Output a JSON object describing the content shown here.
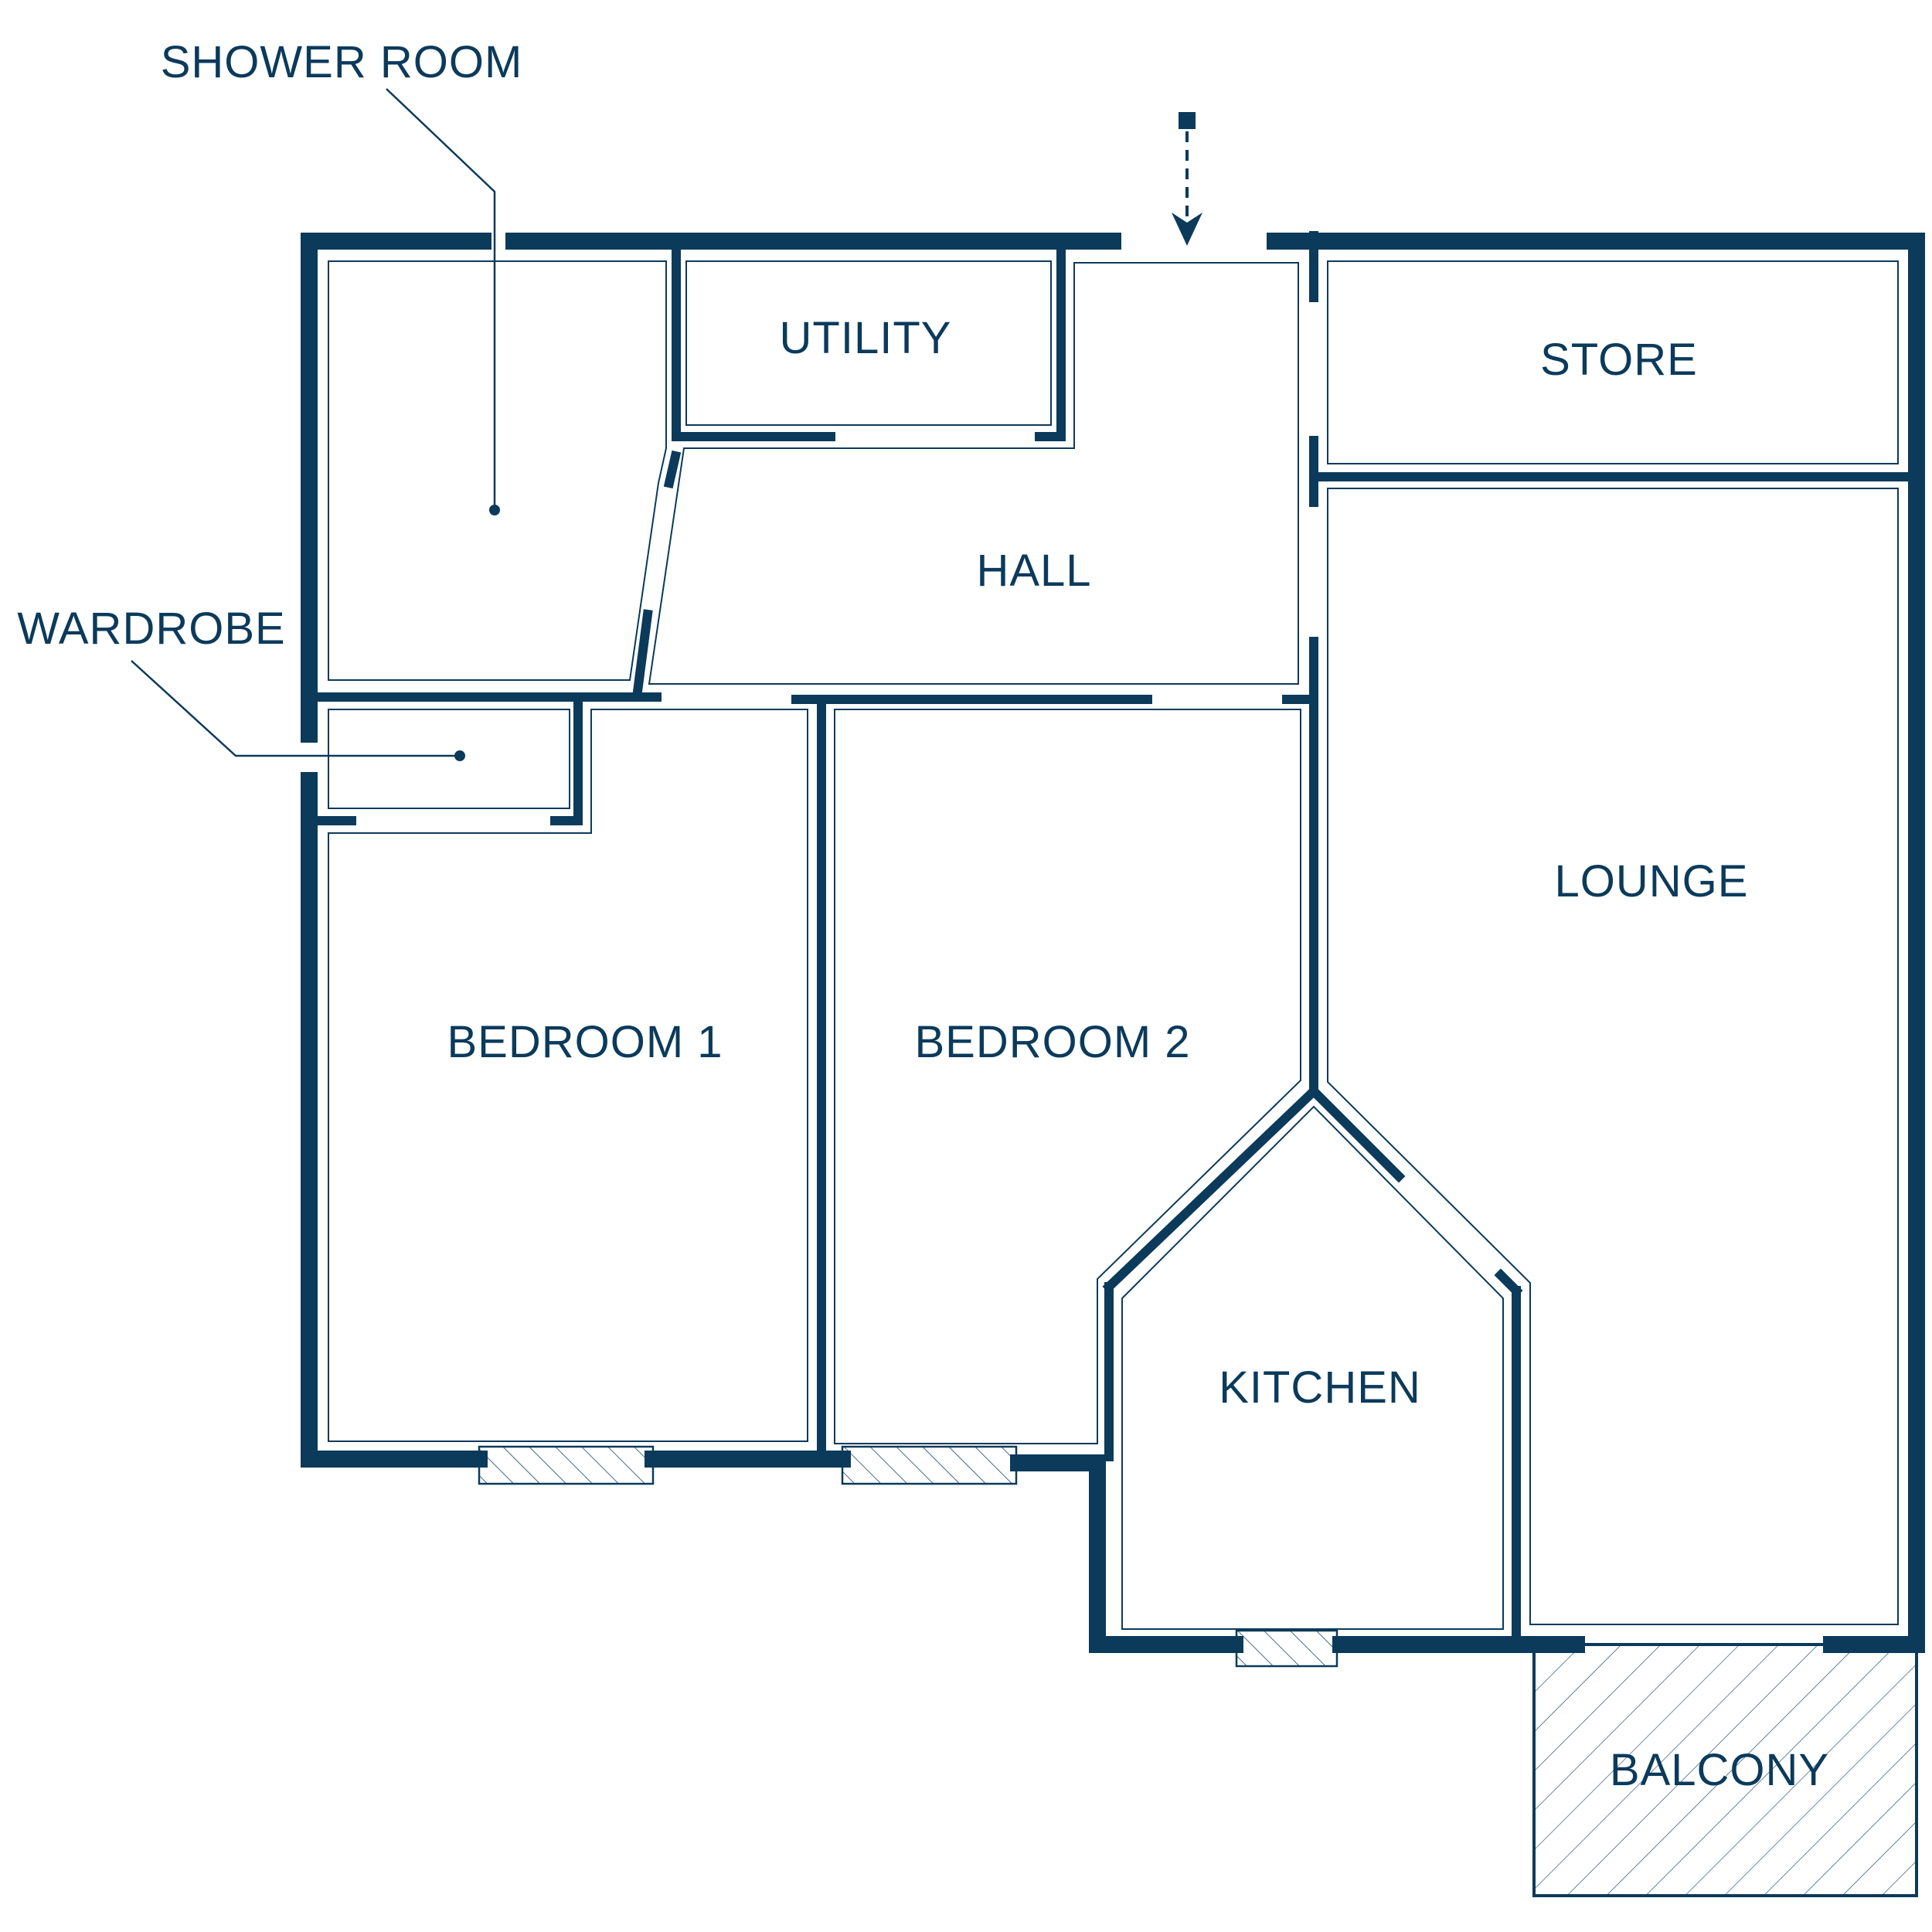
{
  "colors": {
    "wall": "#0b3a5b",
    "background": "#ffffff"
  },
  "rooms": {
    "shower_room": "SHOWER ROOM",
    "utility": "UTILITY",
    "hall": "HALL",
    "store": "STORE",
    "wardrobe": "WARDROBE",
    "lounge": "LOUNGE",
    "bedroom1": "BEDROOM 1",
    "bedroom2": "BEDROOM 2",
    "kitchen": "KITCHEN",
    "balcony": "BALCONY"
  },
  "icons": {
    "entrance": "entrance-arrow-icon"
  }
}
